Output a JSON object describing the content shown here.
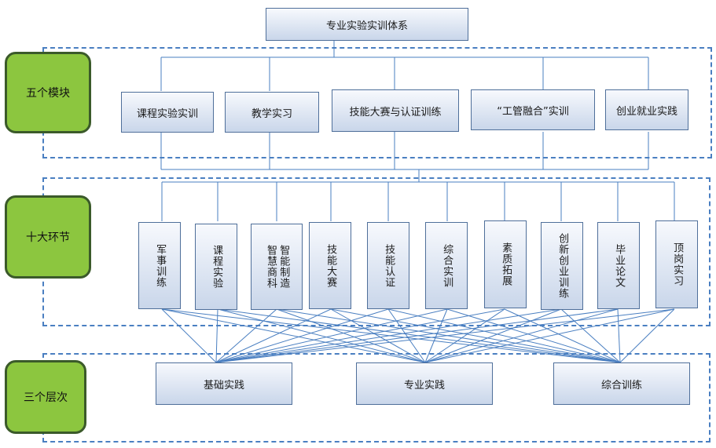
{
  "title": "专业实验实训体系",
  "labels": {
    "modules": "五个模块",
    "links": "十大环节",
    "levels": "三个层次"
  },
  "modules": [
    "课程实验实训",
    "教学实习",
    "技能大赛与认证训练",
    "“工管融合”实训",
    "创业就业实践"
  ],
  "links": [
    "军事训练",
    "课程实验",
    "智能制造\n智慧商科",
    "技能大赛",
    "技能认证",
    "综合实训",
    "素质拓展",
    "创新创业训练",
    "毕业论文",
    "顶岗实习"
  ],
  "levels": [
    "基础实践",
    "专业实践",
    "综合训练"
  ],
  "colors": {
    "box_border": "#4f6f9a",
    "line": "#4a7fc1",
    "green": "#8cc63f",
    "green_border": "#3b5a2a"
  }
}
